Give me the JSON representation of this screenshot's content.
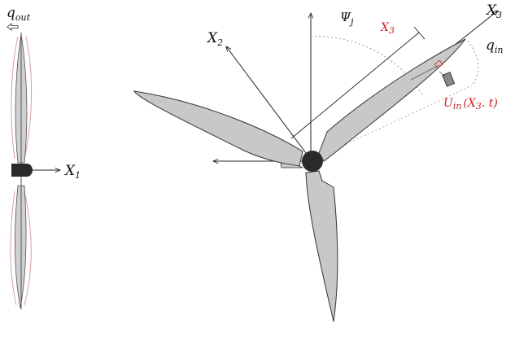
{
  "labels": {
    "q_out": {
      "main": "q",
      "sub": "out"
    },
    "x1": {
      "main": "X",
      "sub": "1"
    },
    "x2": {
      "main": "X",
      "sub": "2"
    },
    "x3": {
      "main": "X",
      "sub": "3"
    },
    "psi": {
      "main": "Ψ",
      "sub": "j"
    },
    "x3_red": {
      "main": "X",
      "sub": "3"
    },
    "q_in": {
      "main": "q",
      "sub": "in"
    },
    "u_in": {
      "main": "U",
      "sub": "in",
      "rest": "(X",
      "rest_sub": "3",
      "rest_tail": ". t)"
    }
  },
  "colors": {
    "blade_fill": "#c8c8c8",
    "blade_stroke": "#333333",
    "hub": "#2a2a2a",
    "deformed": "#d9a0a0",
    "red_text": "#cc2222",
    "dotted": "#999999"
  }
}
